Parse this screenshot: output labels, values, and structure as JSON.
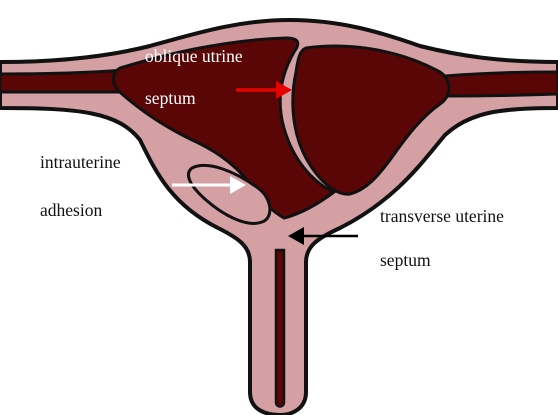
{
  "labels": {
    "oblique_line1": "oblique utrine",
    "oblique_line2": "septum",
    "adhesion_line1": "intrauterine",
    "adhesion_line2": "adhesion",
    "transverse_line1": "transverse uterine",
    "transverse_line2": "septum"
  },
  "colors": {
    "wall": "#d4a0a3",
    "cavity": "#5a0606",
    "outline": "#111111",
    "arrow_oblique": "#e60000",
    "arrow_adhesion": "#ffffff",
    "arrow_transverse": "#000000"
  }
}
